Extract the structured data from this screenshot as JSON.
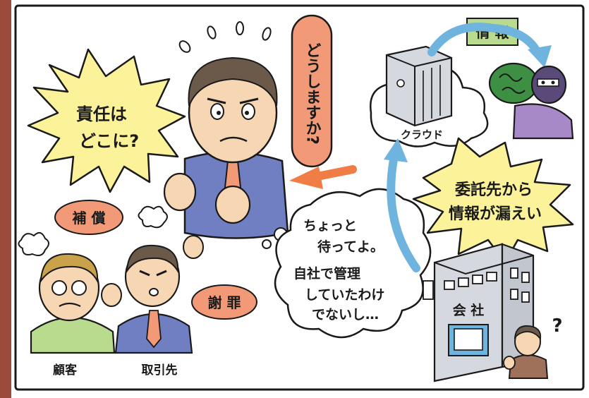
{
  "texts": {
    "question_vertical": "どうしますか?",
    "responsibility_line1": "責任は",
    "responsibility_line2": "どこに?",
    "compensation": "補 償",
    "apology": "謝 罪",
    "customer": "顧客",
    "business_partner": "取引先",
    "cloud": "クラウド",
    "information": "情 報",
    "leak_line1": "委託先から",
    "leak_line2": "情報が漏えい",
    "company": "会 社",
    "question_mark": "?",
    "thought_line1": "ちょっと",
    "thought_line2": "待ってよ。",
    "thought_line3": "自社で管理",
    "thought_line4": "していたわけ",
    "thought_line5": "でないし…"
  },
  "colors": {
    "frame": "#9b4a3c",
    "background": "#ffffff",
    "burst": "#fbf29a",
    "oval": "#f29a77",
    "arrow_orange": "#ef7d45",
    "arrow_blue": "#6fb3df",
    "info_box": "#b9db8e",
    "suit_blue": "#6f7fc2",
    "building": "#d5d8de",
    "thief_green": "#3c8f43",
    "thief_purple": "#a889c8",
    "skin": "#f7d6b3",
    "ink": "#1a1a1a"
  }
}
